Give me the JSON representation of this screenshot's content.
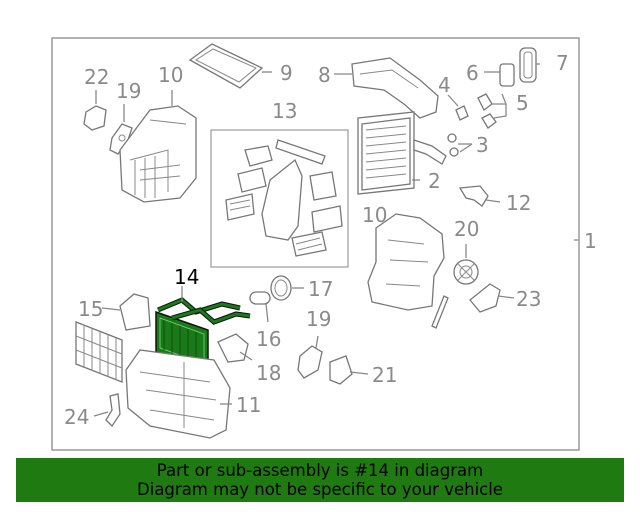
{
  "diagram": {
    "highlight_color": "#1a7a1a",
    "callouts": [
      {
        "id": "c1",
        "label": "1"
      },
      {
        "id": "c2",
        "label": "2"
      },
      {
        "id": "c3",
        "label": "3"
      },
      {
        "id": "c4",
        "label": "4"
      },
      {
        "id": "c5",
        "label": "5"
      },
      {
        "id": "c6",
        "label": "6"
      },
      {
        "id": "c7",
        "label": "7"
      },
      {
        "id": "c8",
        "label": "8"
      },
      {
        "id": "c9",
        "label": "9"
      },
      {
        "id": "c10a",
        "label": "10"
      },
      {
        "id": "c10b",
        "label": "10"
      },
      {
        "id": "c11",
        "label": "11"
      },
      {
        "id": "c12",
        "label": "12"
      },
      {
        "id": "c13",
        "label": "13"
      },
      {
        "id": "c14",
        "label": "14"
      },
      {
        "id": "c15",
        "label": "15"
      },
      {
        "id": "c16",
        "label": "16"
      },
      {
        "id": "c17",
        "label": "17"
      },
      {
        "id": "c18",
        "label": "18"
      },
      {
        "id": "c19a",
        "label": "19"
      },
      {
        "id": "c19b",
        "label": "19"
      },
      {
        "id": "c20",
        "label": "20"
      },
      {
        "id": "c21",
        "label": "21"
      },
      {
        "id": "c22",
        "label": "22"
      },
      {
        "id": "c23",
        "label": "23"
      },
      {
        "id": "c24",
        "label": "24"
      }
    ]
  },
  "banner": {
    "background": "#1f7a12",
    "line1": "Part or sub-assembly is #14 in diagram",
    "line2": "Diagram may not be specific to your vehicle"
  }
}
